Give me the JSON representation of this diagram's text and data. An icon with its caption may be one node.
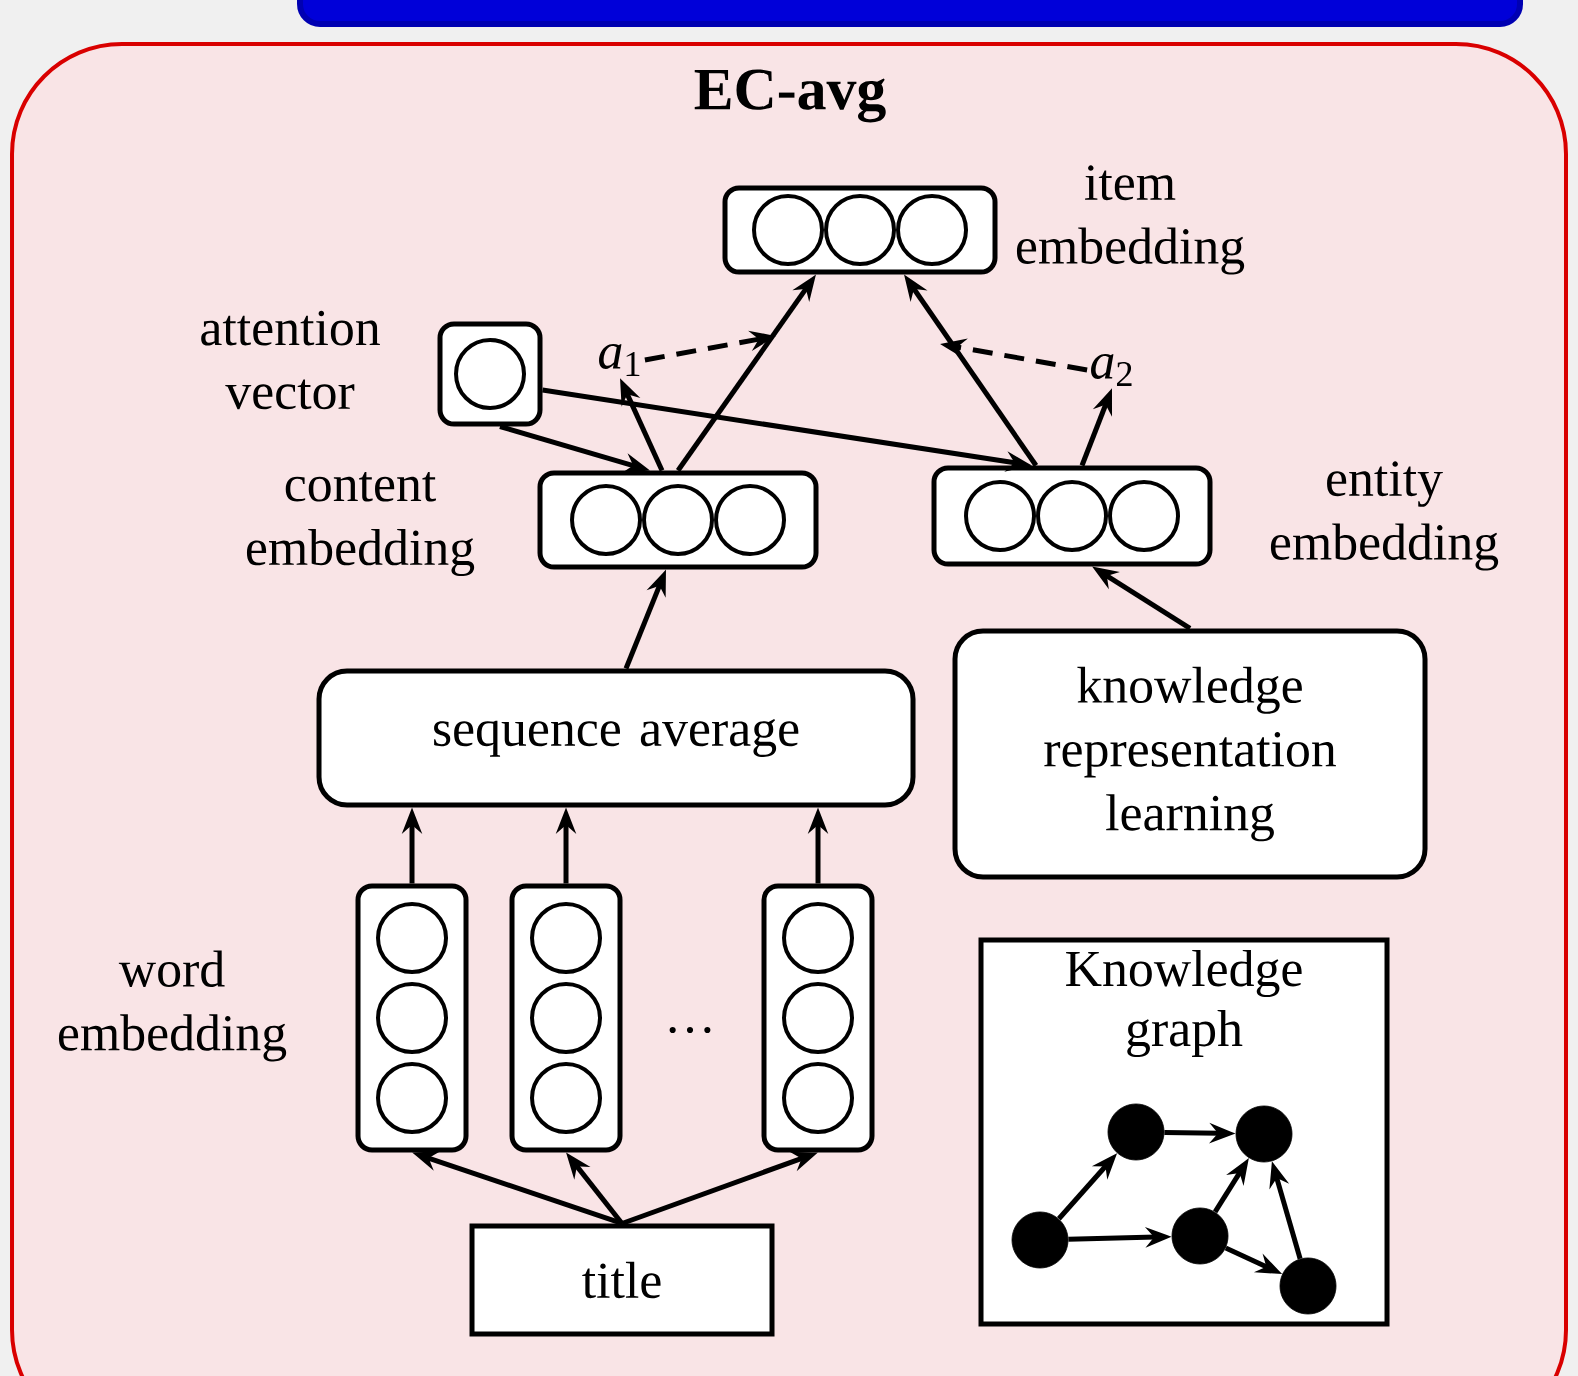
{
  "diagram": {
    "title": "EC-avg",
    "nodes": [
      {
        "text": [],
        "shape": "box",
        "beside": [
          "item embedding"
        ]
      },
      {
        "text": [],
        "shape": "box",
        "beside": [
          "attention vector"
        ]
      },
      {
        "text": [
          "*a*$_{1}$"
        ]
      },
      {
        "text": [
          "*a*$_{2}$"
        ]
      },
      {
        "text": [],
        "shape": "box",
        "beside": [
          "content embedding"
        ]
      },
      {
        "text": [],
        "shape": "box",
        "beside": [
          "entity embedding"
        ]
      },
      {
        "text": [
          "sequence average"
        ]
      },
      {
        "text": [
          "knowledge representation learning"
        ]
      },
      {
        "text": [],
        "shape": "box",
        "beside": [
          "word embedding"
        ]
      },
      {
        "text": [],
        "shape": "box"
      },
      {
        "text": [],
        "shape": "box"
      },
      {
        "text": [
          "title"
        ]
      },
      {
        "text": [
          "Knowledge graph"
        ]
      },
      {
        "text": [],
        "shape": "circle",
        "in": 12
      },
      {
        "text": [],
        "shape": "circle",
        "in": 12
      },
      {
        "text": [],
        "shape": "circle",
        "in": 12
      },
      {
        "text": [],
        "shape": "circle",
        "in": 12
      },
      {
        "text": [],
        "shape": "circle",
        "in": 12
      }
    ],
    "edges": [
      {
        "from": 4,
        "to": 0,
        "arrow": "to"
      },
      {
        "from": 5,
        "to": 0,
        "arrow": "to"
      },
      {
        "from": 2,
        "to": null,
        "arrow": "to",
        "style": "dashed"
      },
      {
        "from": 3,
        "to": null,
        "arrow": "to",
        "style": "dashed"
      },
      {
        "from": 4,
        "to": 2,
        "arrow": "to"
      },
      {
        "from": 5,
        "to": 3,
        "arrow": "to"
      },
      {
        "from": 1,
        "to": 4,
        "arrow": "to"
      },
      {
        "from": 1,
        "to": 5,
        "arrow": "to"
      },
      {
        "from": 7,
        "to": 5,
        "arrow": "to"
      },
      {
        "from": 6,
        "to": 4,
        "arrow": "to"
      },
      {
        "from": 8,
        "to": 6,
        "arrow": "to"
      },
      {
        "from": 9,
        "to": 6,
        "arrow": "to"
      },
      {
        "from": 10,
        "to": 6,
        "arrow": "to"
      },
      {
        "from": 11,
        "to": 8,
        "arrow": "to"
      },
      {
        "from": 11,
        "to": 9,
        "arrow": "to"
      },
      {
        "from": 11,
        "to": 10,
        "arrow": "to"
      },
      {
        "from": 13,
        "to": 14,
        "arrow": "to"
      },
      {
        "from": 14,
        "to": 15,
        "arrow": "to"
      },
      {
        "from": 13,
        "to": 16,
        "arrow": "to"
      },
      {
        "from": 16,
        "to": 15,
        "arrow": "to"
      },
      {
        "from": 16,
        "to": 17,
        "arrow": "to"
      },
      {
        "from": 17,
        "to": 15,
        "arrow": "to"
      }
    ],
    "labels": [
      "…"
    ]
  }
}
